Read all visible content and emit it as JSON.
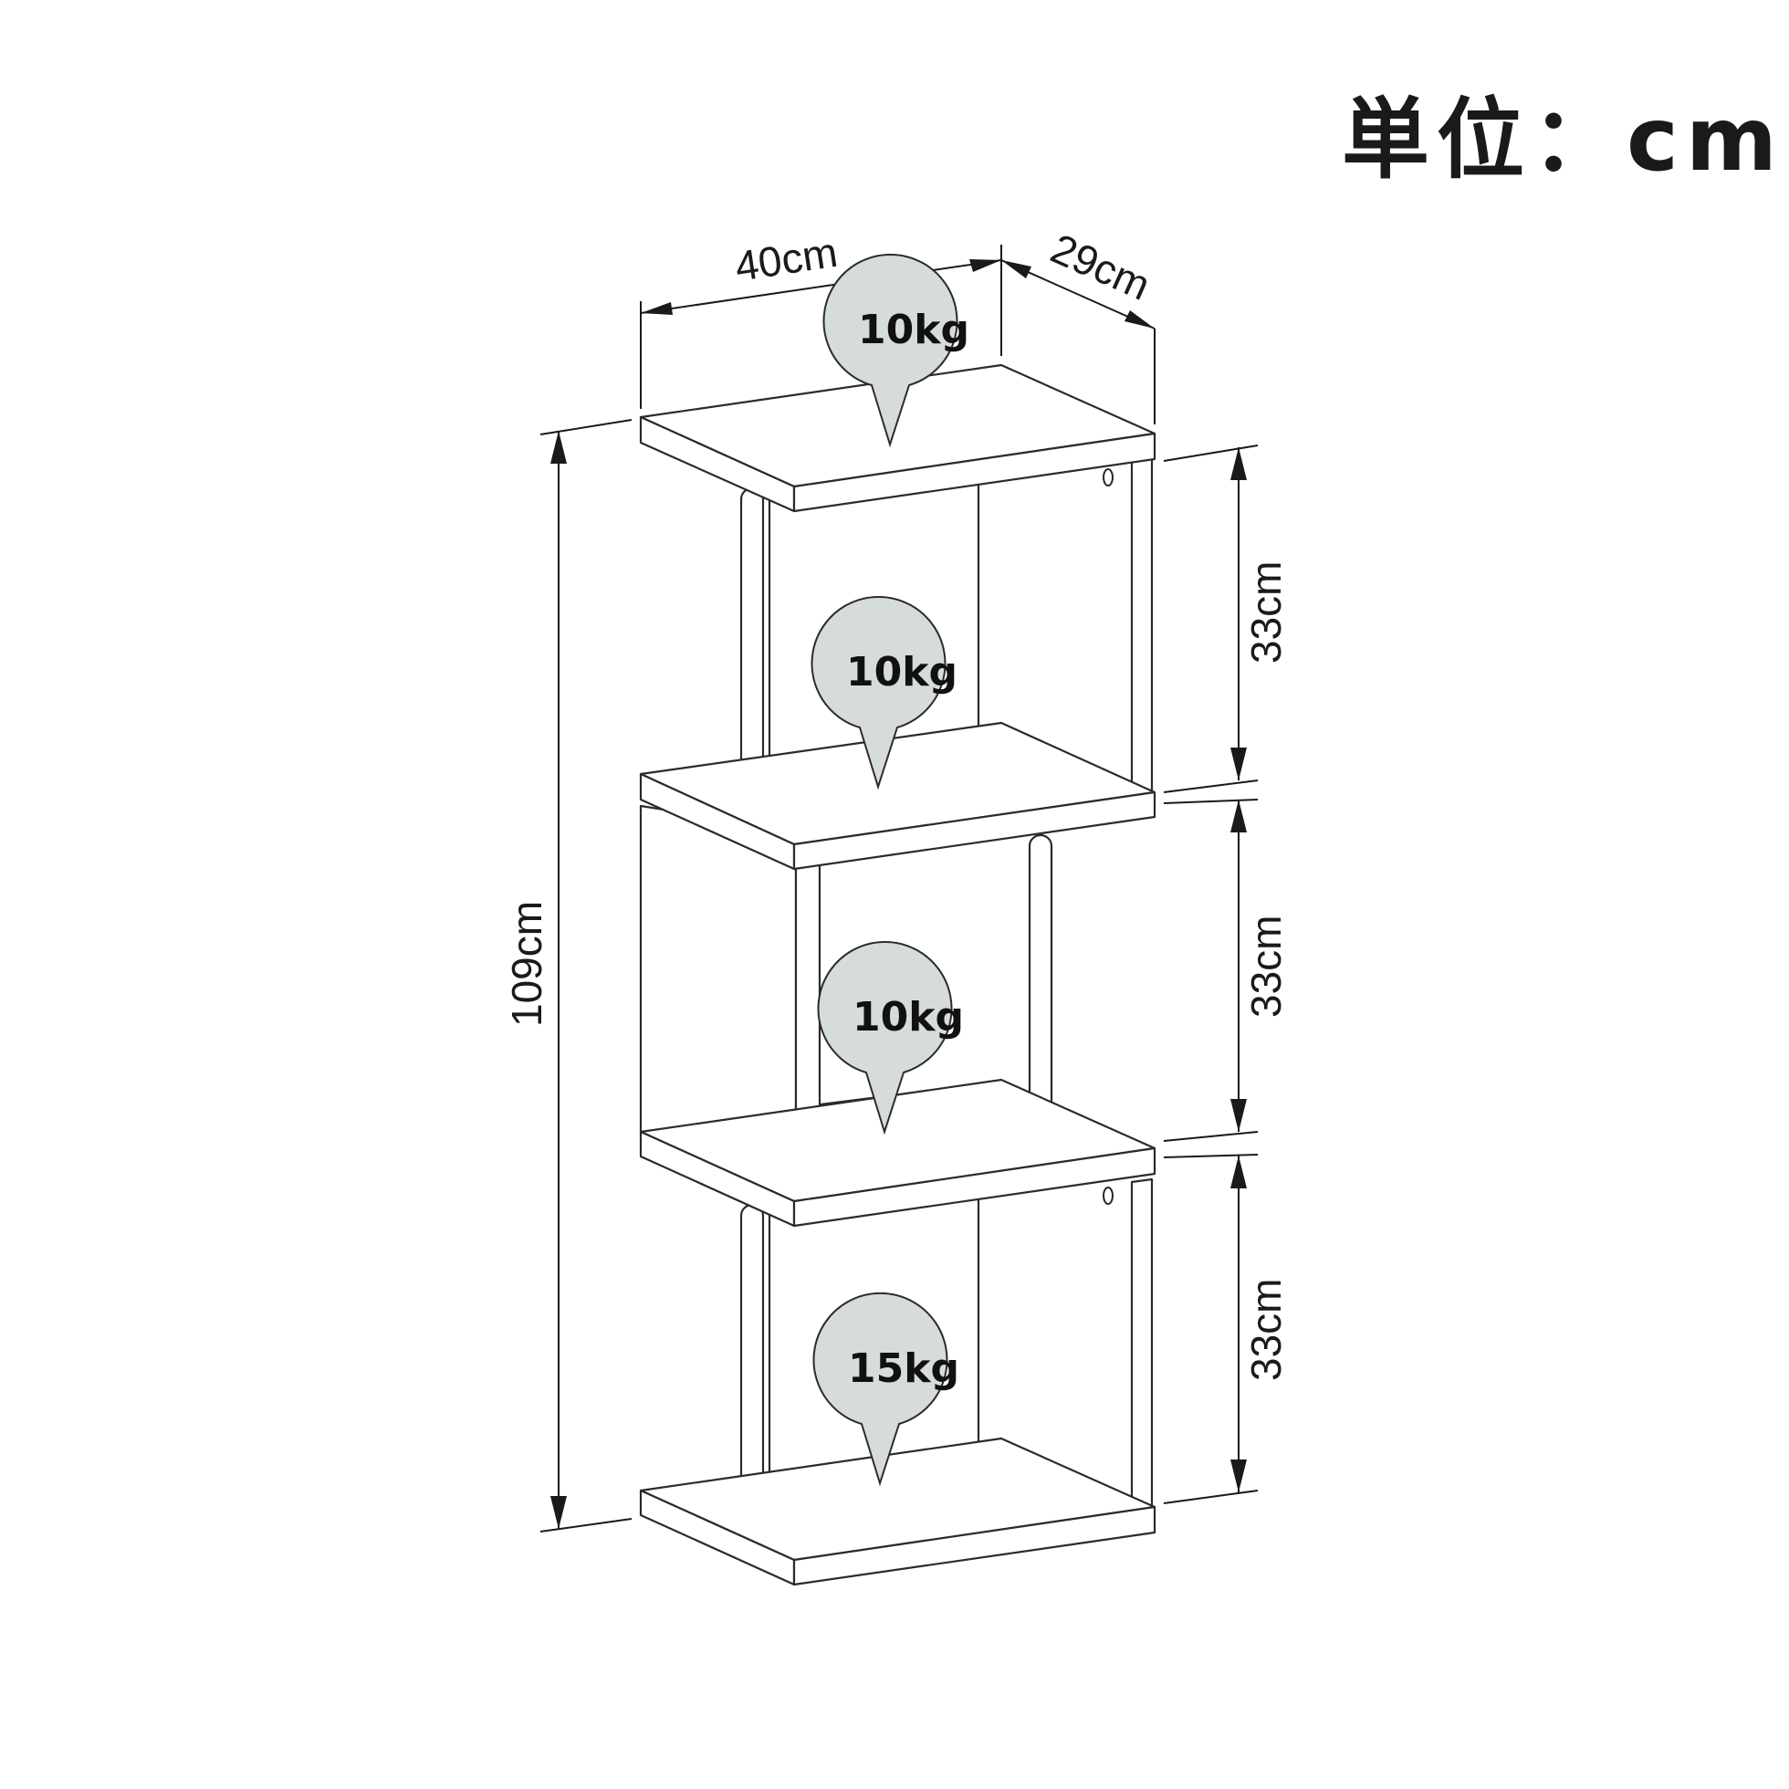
{
  "unit_label": "単位：cm",
  "dimensions": {
    "width": "40cm",
    "depth": "29cm",
    "total_height": "109cm",
    "tier_heights": [
      "33cm",
      "33cm",
      "33cm"
    ]
  },
  "load_limits": [
    "10kg",
    "10kg",
    "10kg",
    "15kg"
  ],
  "colors": {
    "pin_fill": "#d6dcd9",
    "line": "#2b2b2b",
    "background": "#ffffff"
  }
}
